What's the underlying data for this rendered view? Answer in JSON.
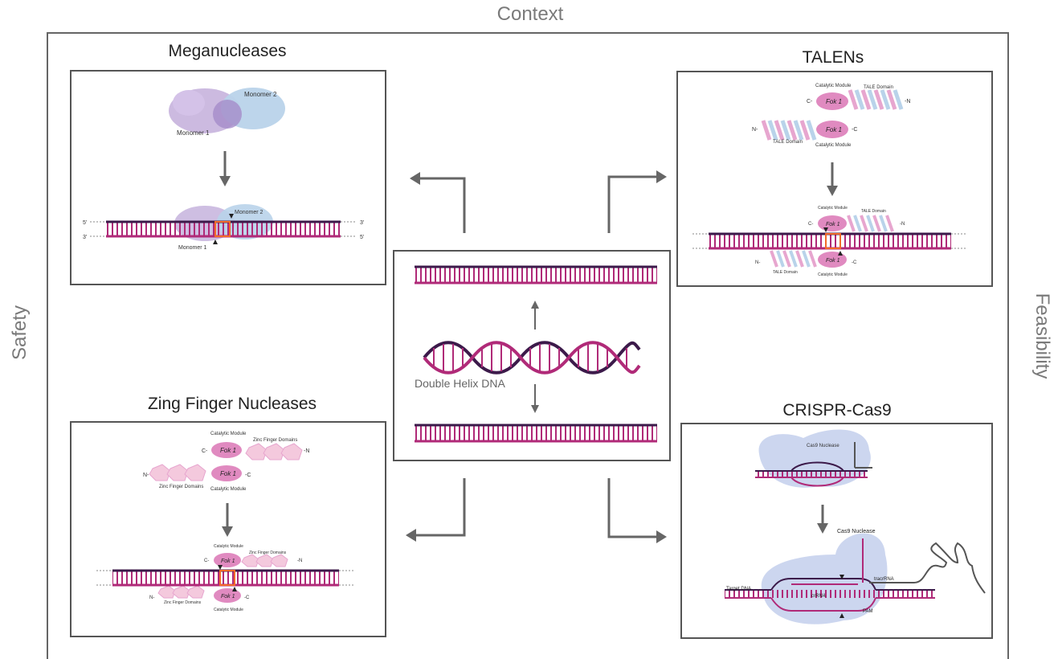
{
  "frame": {
    "top_label": "Context",
    "left_label": "Safety",
    "right_label": "Feasibility"
  },
  "center": {
    "dna_label": "Double Helix DNA"
  },
  "panels": {
    "meganucleases": {
      "title": "Meganucleases",
      "monomer1": "Monomer 1",
      "monomer2": "Monomer 2",
      "end5": "5'",
      "end3": "3'"
    },
    "talens": {
      "title": "TALENs",
      "catalytic": "Catalytic Module",
      "fok": "Fok 1",
      "tale_domain": "TALE Domain",
      "c_term": "C-",
      "n_term": "-N",
      "n_term2": "N-",
      "c_term2": "-C"
    },
    "zfn": {
      "title": "Zing Finger Nucleases",
      "catalytic": "Catalytic Module",
      "fok": "Fok 1",
      "zf_domains": "Zinc Finger Domains",
      "c_term": "C-",
      "n_term": "-N",
      "n_term2": "N-",
      "c_term2": "-C"
    },
    "crispr": {
      "title": "CRISPR-Cas9",
      "cas9": "Cas9 Nuclease",
      "target": "Target DNA",
      "crrna": "crRNA",
      "tracrrna": "tracrRNA",
      "pam": "PAM"
    }
  },
  "colors": {
    "frame": "#666666",
    "dna_dark": "#3c1a4a",
    "dna_pink": "#b02a78",
    "protein_pink": "#e7a6cf",
    "protein_blue": "#b9d3ea",
    "protein_purple": "#c6b3dd"
  }
}
